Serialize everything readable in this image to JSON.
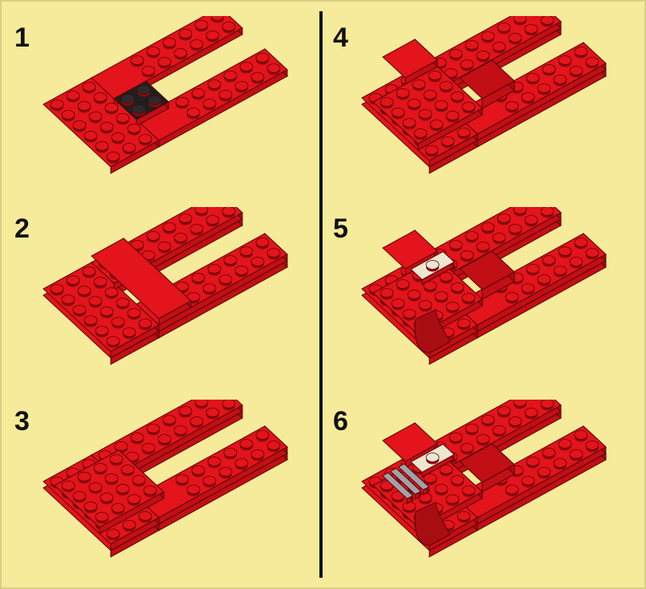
{
  "steps": [
    {
      "number": "1",
      "name": "step-1",
      "tile": true,
      "raise_left": false,
      "slope": false,
      "curve": false,
      "tan_tile": false,
      "grille": false,
      "bar": false
    },
    {
      "number": "2",
      "name": "step-2",
      "tile": false,
      "raise_left": true,
      "slope": false,
      "curve": false,
      "tan_tile": false,
      "grille": false,
      "bar": true
    },
    {
      "number": "3",
      "name": "step-3",
      "tile": false,
      "raise_left": true,
      "slope": false,
      "curve": false,
      "tan_tile": false,
      "grille": false,
      "bar": false
    },
    {
      "number": "4",
      "name": "step-4",
      "tile": false,
      "raise_left": true,
      "slope": true,
      "curve": false,
      "tan_tile": false,
      "grille": false,
      "bar": false
    },
    {
      "number": "5",
      "name": "step-5",
      "tile": false,
      "raise_left": true,
      "slope": true,
      "curve": true,
      "tan_tile": true,
      "grille": false,
      "bar": false
    },
    {
      "number": "6",
      "name": "step-6",
      "tile": false,
      "raise_left": true,
      "slope": true,
      "curve": true,
      "tan_tile": true,
      "grille": true,
      "bar": false
    }
  ],
  "colors": {
    "background": "#f6eb9a",
    "brick_top": "#e3141b",
    "brick_side": "#a80d12",
    "brick_front": "#c10f15",
    "stud_dark": "#8e0a0e",
    "black_plate": "#1f1f1f",
    "tan_tile": "#efe6cf",
    "grille": "#9ea3a8",
    "divider": "#111111"
  }
}
